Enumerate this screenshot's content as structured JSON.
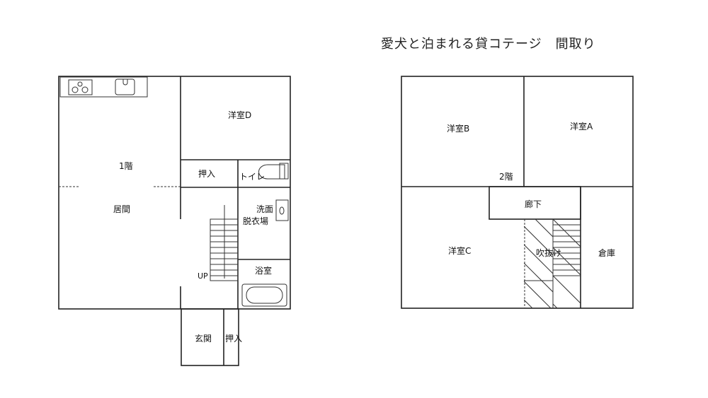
{
  "title": "愛犬と泊まれる貸コテージ　間取り",
  "floor1": {
    "floor_label": "1階",
    "rooms": {
      "living": "居間",
      "western_d": "洋室D",
      "closet_upper": "押入",
      "toilet": "トイレ",
      "washroom_line1": "洗面",
      "washroom_line2": "脱衣場",
      "bathroom": "浴室",
      "entrance": "玄関",
      "closet_entrance": "押入"
    },
    "stairs_label": "UP"
  },
  "floor2": {
    "floor_label": "2階",
    "rooms": {
      "western_a": "洋室A",
      "western_b": "洋室B",
      "western_c": "洋室C",
      "hallway": "廊下",
      "atrium": "吹抜け",
      "storage": "倉庫"
    }
  }
}
